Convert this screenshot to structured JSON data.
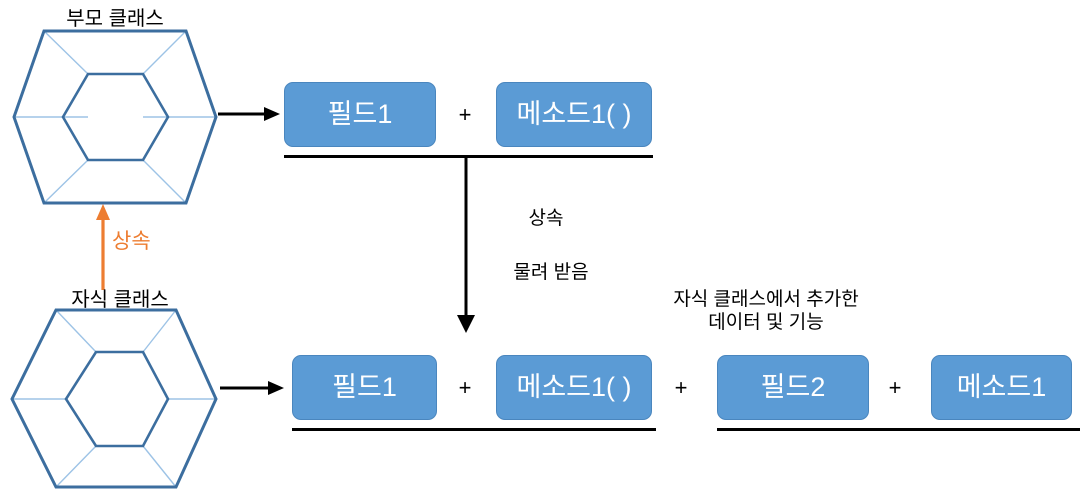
{
  "diagram": {
    "title_parent": "부모 클래스",
    "title_child": "자식 클래스",
    "inherit_arrow_label": "상속",
    "middle_labels": {
      "line1": "상속",
      "line2": "물려 받음"
    },
    "child_note": {
      "line1": "자식 클래스에서 추가한",
      "line2": "데이터 및 기능"
    },
    "parent_row": {
      "boxes": [
        {
          "label": "필드1"
        },
        {
          "label": "메소드1( )"
        }
      ],
      "separators": [
        "+"
      ]
    },
    "child_row": {
      "inherited_boxes": [
        {
          "label": "필드1"
        },
        {
          "label": "메소드1( )"
        }
      ],
      "added_boxes": [
        {
          "label": "필드2"
        },
        {
          "label": "메소드1"
        }
      ],
      "separators": [
        "+",
        "+",
        "+"
      ]
    },
    "colors": {
      "box_fill": "#5B9BD5",
      "box_border": "#4A86BE",
      "hex_stroke": "#3C6E9F",
      "hex_spoke": "#9DC3E6",
      "inherit_arrow": "#ED7D31",
      "flow_arrow": "#000000",
      "text": "#000000",
      "box_text": "#FFFFFF"
    },
    "icons": {
      "parent_shape": "hexagon-frame-icon",
      "child_shape": "hexagon-frame-icon",
      "right_arrow": "arrow-right-icon",
      "down_arrow": "arrow-down-icon",
      "up_arrow": "arrow-up-icon"
    }
  }
}
